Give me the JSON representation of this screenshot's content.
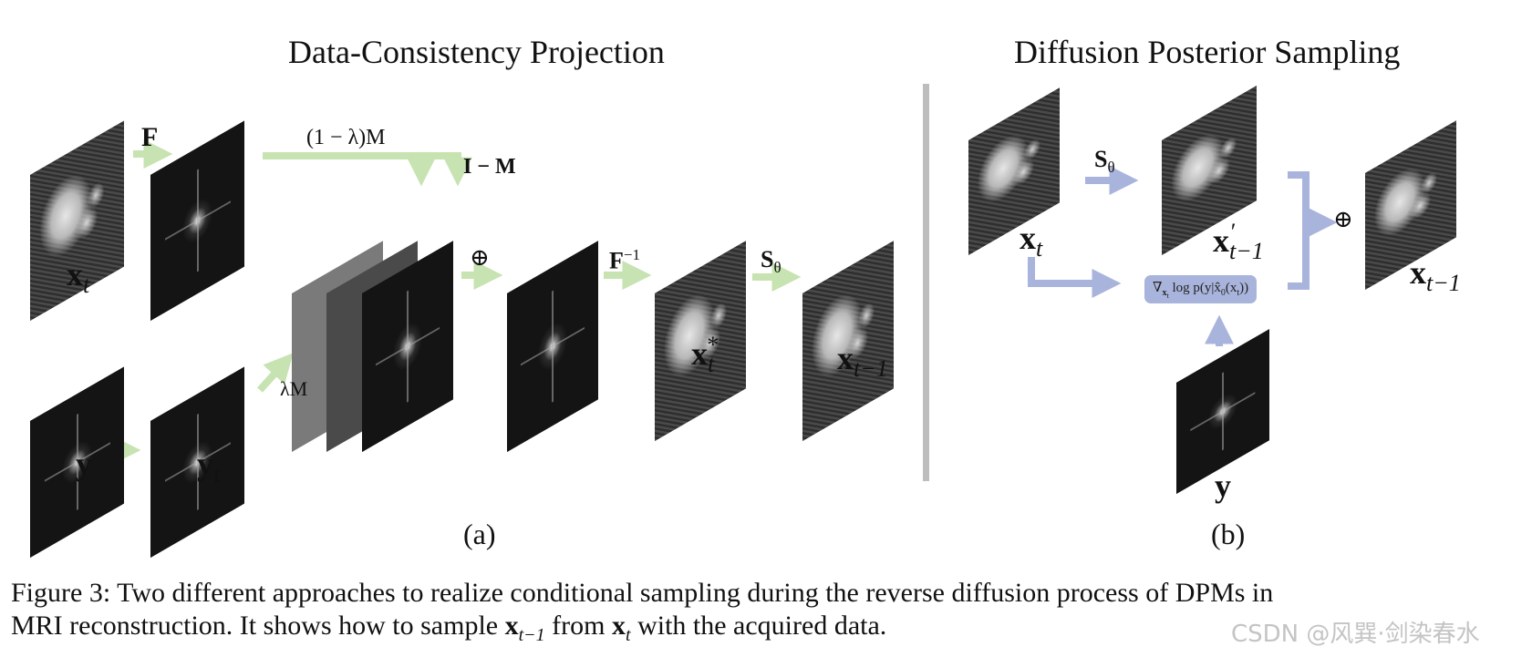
{
  "titles": {
    "left": "Data-Consistency Projection",
    "right": "Diffusion Posterior Sampling"
  },
  "subfigures": {
    "a": "(a)",
    "b": "(b)"
  },
  "left_labels": {
    "fourier": "F",
    "inverse_fourier": "F",
    "inverse_sup": "−1",
    "one_minus_lambda_m": "(1 − λ)M",
    "i_minus_m": "I − M",
    "lambda_m": "λM",
    "oplus": "⊕",
    "score": "S",
    "score_sub": "θ",
    "xt": "x",
    "xt_sub": "t",
    "y": "y",
    "yt": "y",
    "yt_sub": "t",
    "xt_star": "x",
    "xt_star_sub": "t",
    "xt_star_sup": "*",
    "xtm1": "x",
    "xtm1_sub": "t−1"
  },
  "right_labels": {
    "xt": "x",
    "xt_sub": "t",
    "score": "S",
    "score_sub": "θ",
    "xtm1_prime": "x",
    "xtm1_prime_sub": "t−1",
    "xtm1_prime_sup": "′",
    "gradient": "∇",
    "gradient_sub": "x",
    "gradient_subsub": "t",
    "gradient_rest": " log p(y|x̂",
    "gradient_zero": "0",
    "gradient_arg": "(x",
    "gradient_arg_sub": "t",
    "gradient_close": "))",
    "oplus": "⊕",
    "xtm1": "x",
    "xtm1_sub": "t−1",
    "y": "y"
  },
  "caption": {
    "line1": "Figure 3: Two different approaches to realize conditional sampling during the reverse diffusion process of DPMs in",
    "line2_a": "MRI reconstruction. It shows how to sample ",
    "line2_x1": "x",
    "line2_x1_sub": "t−1",
    "line2_b": " from ",
    "line2_x2": "x",
    "line2_x2_sub": "t",
    "line2_c": " with the acquired data."
  },
  "watermark": "CSDN @风巽·剑染春水",
  "colors": {
    "green_arrow": "#c6e3b1",
    "blue_arrow": "#a9b4dc",
    "divider": "#bdbdbd"
  }
}
